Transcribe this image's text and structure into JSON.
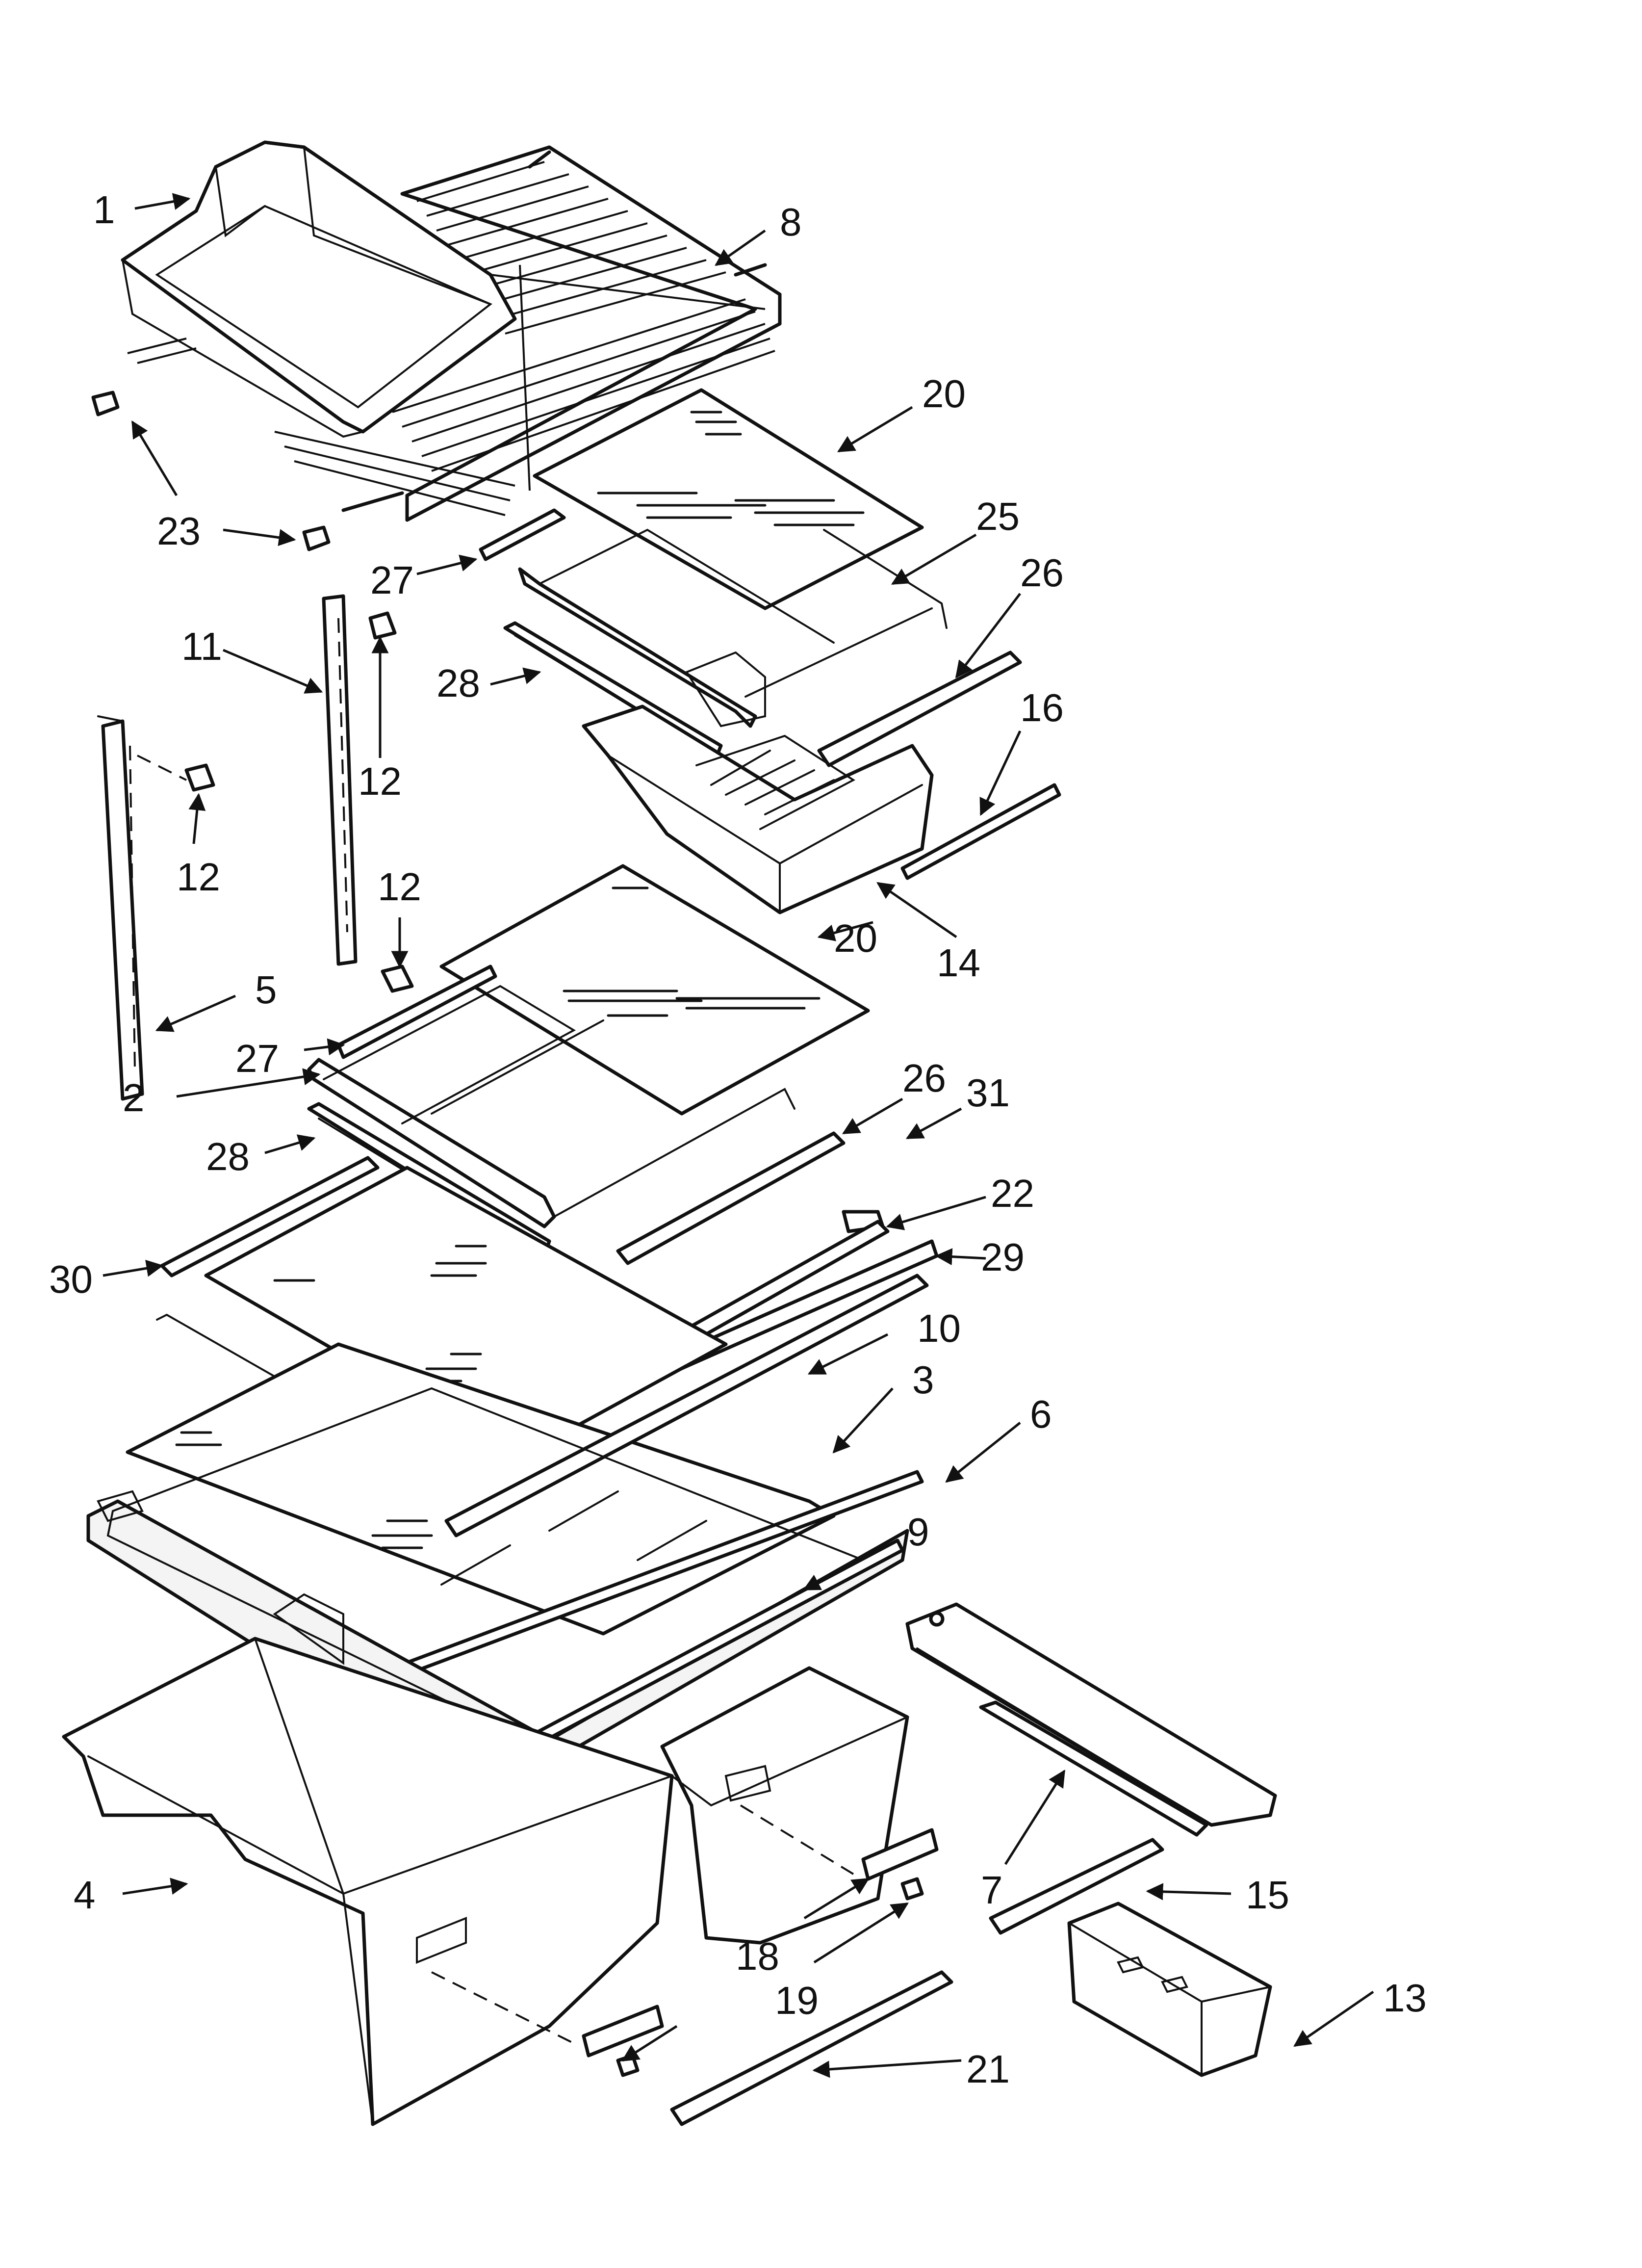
{
  "diagram": {
    "callouts": [
      {
        "id": "c1",
        "text": "1"
      },
      {
        "id": "c8",
        "text": "8"
      },
      {
        "id": "c20a",
        "text": "20"
      },
      {
        "id": "c23",
        "text": "23"
      },
      {
        "id": "c25",
        "text": "25"
      },
      {
        "id": "c27a",
        "text": "27"
      },
      {
        "id": "c26a",
        "text": "26"
      },
      {
        "id": "c11",
        "text": "11"
      },
      {
        "id": "c28a",
        "text": "28"
      },
      {
        "id": "c12a",
        "text": "12"
      },
      {
        "id": "c16",
        "text": "16"
      },
      {
        "id": "c12b",
        "text": "12"
      },
      {
        "id": "c12c",
        "text": "12"
      },
      {
        "id": "c20b",
        "text": "20"
      },
      {
        "id": "c14",
        "text": "14"
      },
      {
        "id": "c5",
        "text": "5"
      },
      {
        "id": "c27b",
        "text": "27"
      },
      {
        "id": "c26b",
        "text": "26"
      },
      {
        "id": "c2",
        "text": "2"
      },
      {
        "id": "c31",
        "text": "31"
      },
      {
        "id": "c28b",
        "text": "28"
      },
      {
        "id": "c22",
        "text": "22"
      },
      {
        "id": "c30",
        "text": "30"
      },
      {
        "id": "c29",
        "text": "29"
      },
      {
        "id": "c10",
        "text": "10"
      },
      {
        "id": "c3",
        "text": "3"
      },
      {
        "id": "c6",
        "text": "6"
      },
      {
        "id": "c9",
        "text": "9"
      },
      {
        "id": "c7",
        "text": "7"
      },
      {
        "id": "c15",
        "text": "15"
      },
      {
        "id": "c4",
        "text": "4"
      },
      {
        "id": "c18",
        "text": "18"
      },
      {
        "id": "c19",
        "text": "19"
      },
      {
        "id": "c13",
        "text": "13"
      },
      {
        "id": "c21",
        "text": "21"
      }
    ]
  }
}
